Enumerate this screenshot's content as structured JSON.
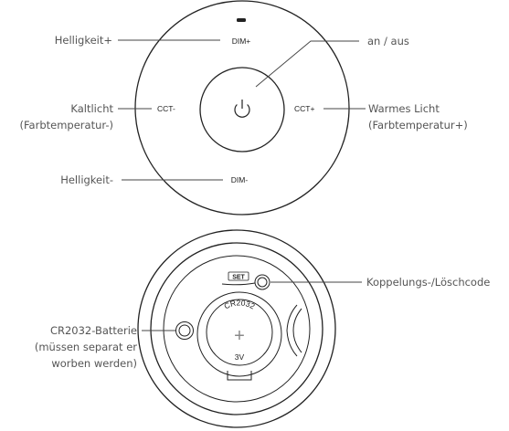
{
  "remote": {
    "buttons": {
      "dim_plus": "DIM+",
      "dim_minus": "DIM-",
      "cct_minus": "CCT-",
      "cct_plus": "CCT+"
    },
    "callouts": {
      "brightness_up": "Helligkeit+",
      "brightness_down": "Helligkeit-",
      "power": "an / aus",
      "cold_light_line1": "Kaltlicht",
      "cold_light_line2": "(Farbtemperatur-)",
      "warm_light_line1": "Warmes Licht",
      "warm_light_line2": "(Farbtemperatur+)"
    },
    "icons": {
      "power": "power-icon",
      "indicator": "led-indicator-icon"
    }
  },
  "back": {
    "set_button": "SET",
    "battery_model": "CR2032",
    "battery_plus": "+",
    "battery_voltage": "3V",
    "callouts": {
      "pairing": "Koppelungs-/Löschcode",
      "battery_line1": "CR2032-Batterie",
      "battery_line2": "(müssen separat er",
      "battery_line3": "worben werden)"
    }
  }
}
